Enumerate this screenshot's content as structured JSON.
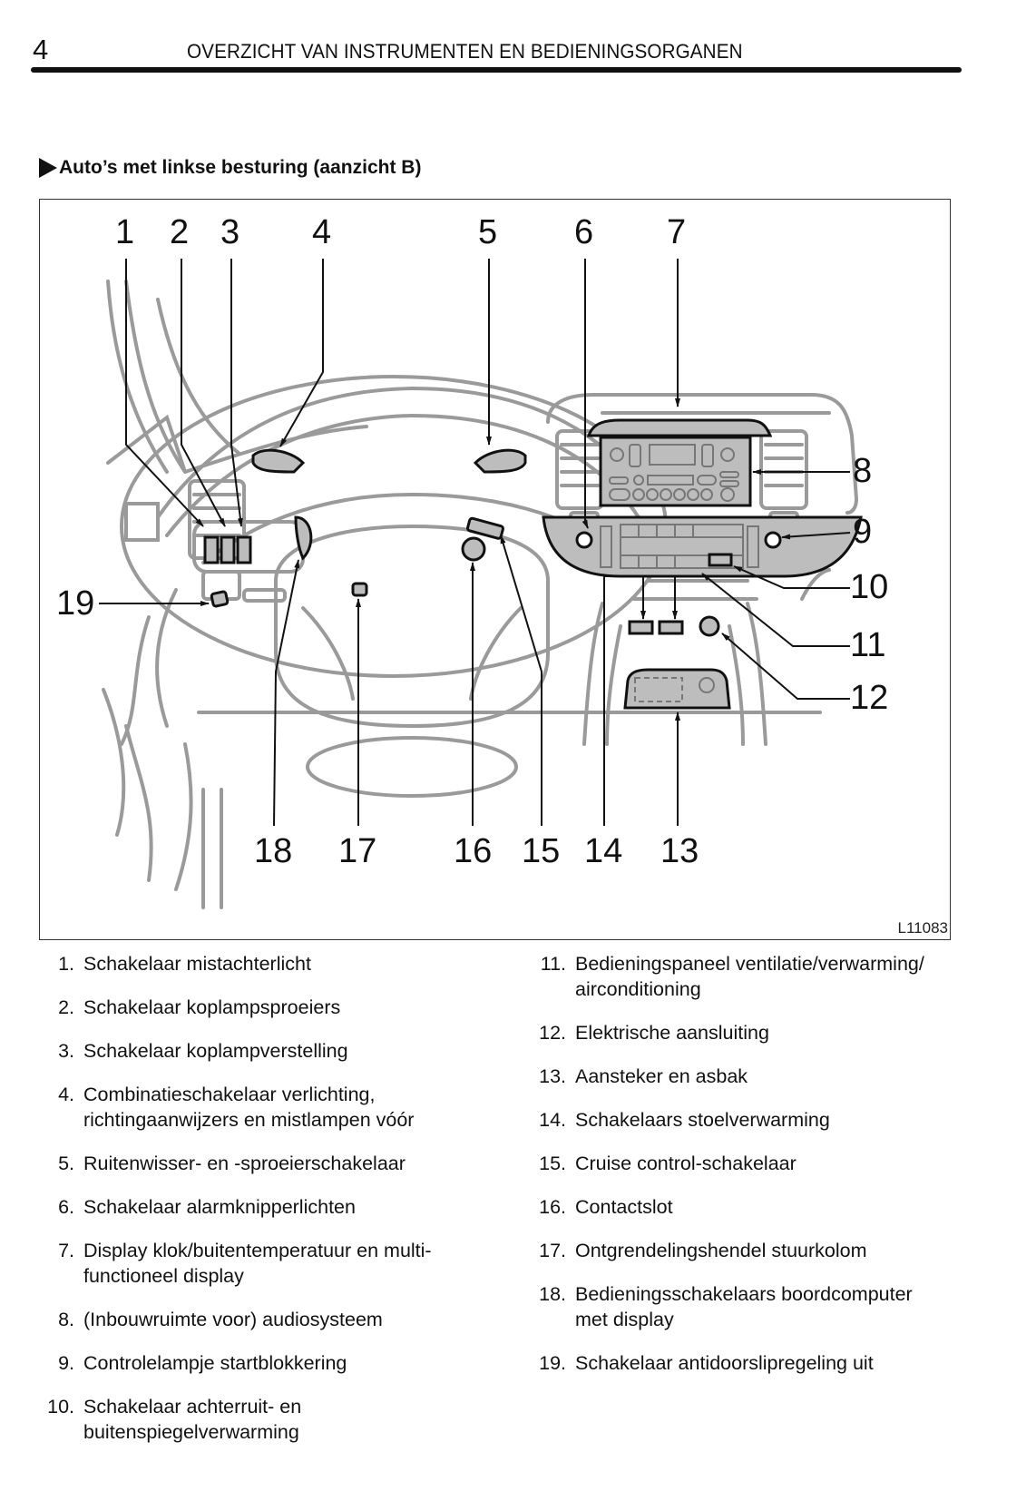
{
  "header": {
    "page_number": "4",
    "title": "OVERZICHT VAN INSTRUMENTEN EN BEDIENINGSORGANEN"
  },
  "section": {
    "marker_icon": "triangle-right-icon",
    "heading": "Auto’s met linkse besturing (aanzicht B)"
  },
  "figure": {
    "code": "L11083",
    "callouts_top": [
      "1",
      "2",
      "3",
      "4",
      "5",
      "6",
      "7"
    ],
    "callouts_right": [
      "8",
      "9",
      "10",
      "11",
      "12"
    ],
    "callouts_bottom": [
      "18",
      "17",
      "16",
      "15",
      "14",
      "13"
    ],
    "callouts_left": [
      "19"
    ]
  },
  "legend": {
    "left": [
      {
        "num": "1.",
        "text": "Schakelaar mistachterlicht"
      },
      {
        "num": "2.",
        "text": "Schakelaar koplampsproeiers"
      },
      {
        "num": "3.",
        "text": "Schakelaar koplampverstelling"
      },
      {
        "num": "4.",
        "text": "Combinatieschakelaar verlichting, richtingaanwijzers en mistlampen vóór"
      },
      {
        "num": "5.",
        "text": "Ruitenwisser‑ en ‑sproeierschakelaar"
      },
      {
        "num": "6.",
        "text": "Schakelaar alarmknipperlichten"
      },
      {
        "num": "7.",
        "text": "Display klok/buitentemperatuur en multi-functioneel display"
      },
      {
        "num": "8.",
        "text": "(Inbouwruimte voor) audiosysteem"
      },
      {
        "num": "9.",
        "text": "Controlelampje startblokkering"
      },
      {
        "num": "10.",
        "text": "Schakelaar achterruit‑ en buitenspiegelverwarming"
      }
    ],
    "right": [
      {
        "num": "11.",
        "text": "Bedieningspaneel ventilatie/verwarming/ airconditioning"
      },
      {
        "num": "12.",
        "text": "Elektrische aansluiting"
      },
      {
        "num": "13.",
        "text": "Aansteker en asbak"
      },
      {
        "num": "14.",
        "text": "Schakelaars stoelverwarming"
      },
      {
        "num": "15.",
        "text": "Cruise control‑schakelaar"
      },
      {
        "num": "16.",
        "text": "Contactslot"
      },
      {
        "num": "17.",
        "text": "Ontgrendelingshendel stuurkolom"
      },
      {
        "num": "18.",
        "text": "Bedieningsschakelaars boordcomputer met display"
      },
      {
        "num": "19.",
        "text": "Schakelaar antidoorslipregeling uit"
      }
    ]
  }
}
